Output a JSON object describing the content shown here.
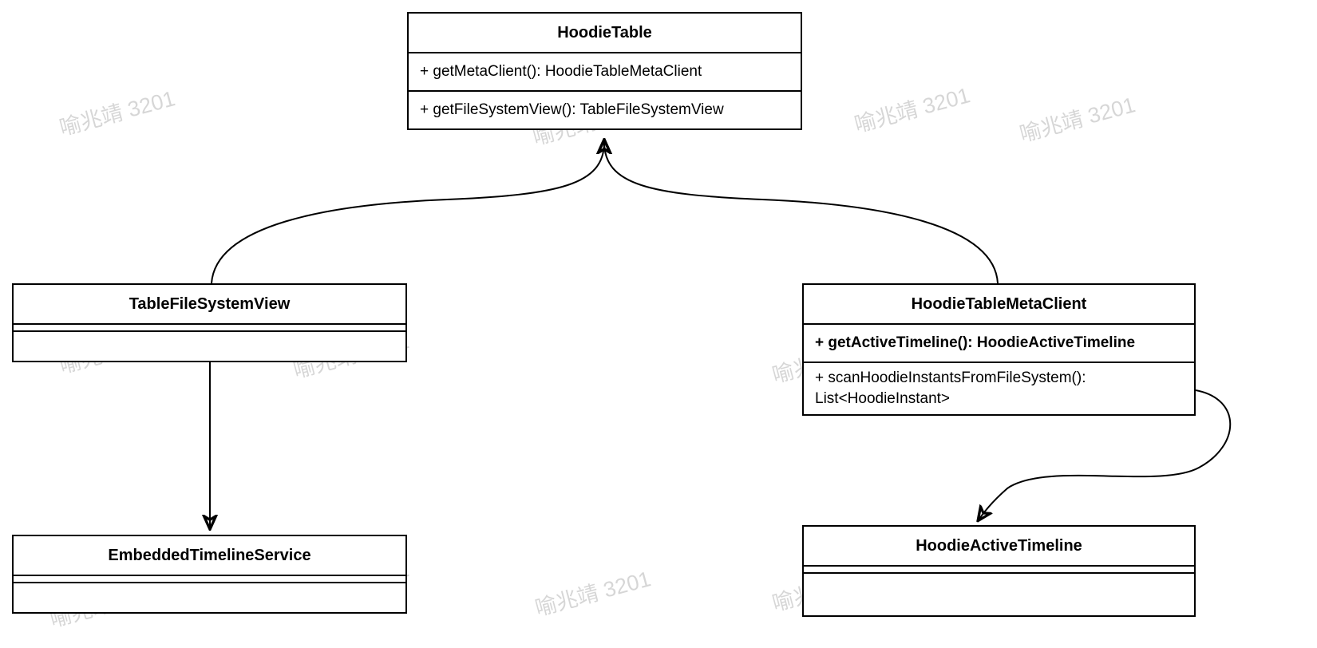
{
  "diagram": {
    "watermark": "喻兆靖 3201",
    "classes": {
      "hoodieTable": {
        "title": "HoodieTable",
        "methods": [
          "+ getMetaClient(): HoodieTableMetaClient",
          "+ getFileSystemView(): TableFileSystemView"
        ]
      },
      "tableFileSystemView": {
        "title": "TableFileSystemView",
        "methods": []
      },
      "hoodieTableMetaClient": {
        "title": "HoodieTableMetaClient",
        "methods": [
          "+ getActiveTimeline(): HoodieActiveTimeline",
          "+ scanHoodieInstantsFromFileSystem(): List<HoodieInstant>"
        ]
      },
      "embeddedTimelineService": {
        "title": "EmbeddedTimelineService",
        "methods": []
      },
      "hoodieActiveTimeline": {
        "title": "HoodieActiveTimeline",
        "methods": []
      }
    },
    "relations": [
      {
        "from": "TableFileSystemView",
        "to": "HoodieTable"
      },
      {
        "from": "HoodieTableMetaClient",
        "to": "HoodieTable"
      },
      {
        "from": "TableFileSystemView",
        "to": "EmbeddedTimelineService"
      },
      {
        "from": "HoodieTableMetaClient",
        "to": "HoodieActiveTimeline"
      }
    ]
  }
}
